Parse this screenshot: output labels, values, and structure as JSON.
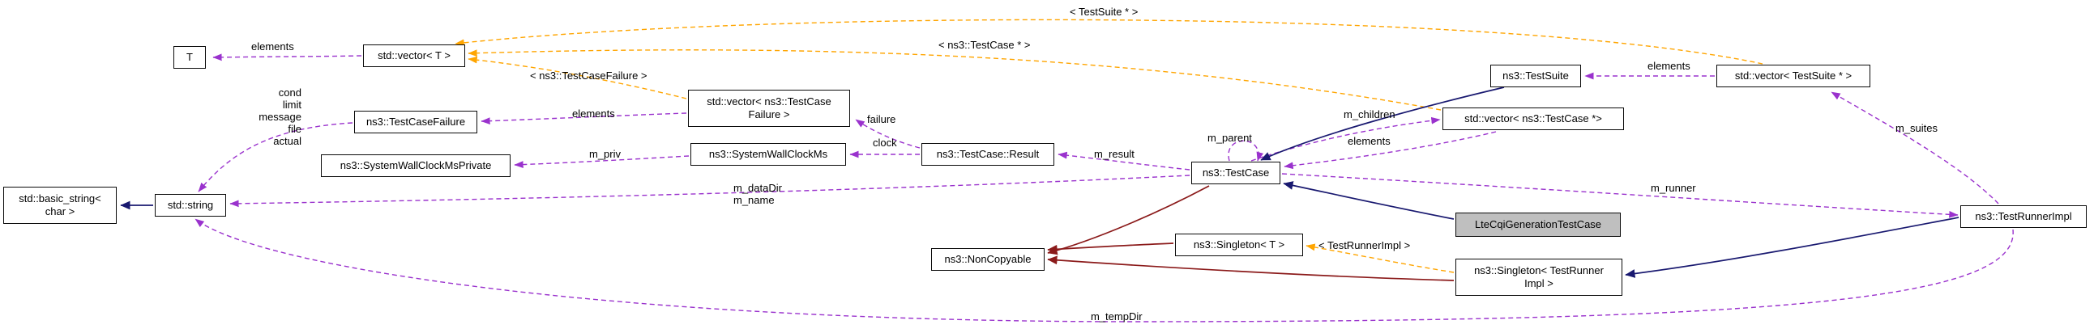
{
  "diagram": {
    "colors": {
      "usage_edge": "#9a32cd",
      "template_edge": "#ffa500",
      "inheritance_edge": "#191970",
      "private_inheritance_edge": "#8b1a1a",
      "node_border": "#0a0a0a",
      "node_fill": "#ffffff",
      "highlight_node_fill": "#bfbfbf",
      "text": "#000000"
    },
    "nodes": [
      {
        "id": "t",
        "lines": [
          "T"
        ]
      },
      {
        "id": "vector-t",
        "lines": [
          "std::vector< T >"
        ]
      },
      {
        "id": "testcasefailure",
        "lines": [
          "ns3::TestCaseFailure"
        ]
      },
      {
        "id": "vector-testcasefailure",
        "lines": [
          "std::vector< ns3::TestCase",
          "Failure >"
        ]
      },
      {
        "id": "systemwallclockmsprivate",
        "lines": [
          "ns3::SystemWallClockMsPrivate"
        ]
      },
      {
        "id": "systemwallclockms",
        "lines": [
          "ns3::SystemWallClockMs"
        ]
      },
      {
        "id": "testcase-result",
        "lines": [
          "ns3::TestCase::Result"
        ]
      },
      {
        "id": "basic-string",
        "lines": [
          "std::basic_string<",
          "char >"
        ]
      },
      {
        "id": "string",
        "lines": [
          "std::string"
        ]
      },
      {
        "id": "testcase",
        "lines": [
          "ns3::TestCase"
        ]
      },
      {
        "id": "testsuite",
        "lines": [
          "ns3::TestSuite"
        ]
      },
      {
        "id": "vector-testcase-ptr",
        "lines": [
          "std::vector< ns3::TestCase *>"
        ]
      },
      {
        "id": "vector-testsuite-ptr",
        "lines": [
          "std::vector< TestSuite * >"
        ]
      },
      {
        "id": "ltecqigenerationtestcase",
        "lines": [
          "LteCqiGenerationTestCase"
        ],
        "highlight": true
      },
      {
        "id": "noncopyable",
        "lines": [
          "ns3::NonCopyable"
        ]
      },
      {
        "id": "singleton-t",
        "lines": [
          "ns3::Singleton< T >"
        ]
      },
      {
        "id": "singleton-testrunnerimpl",
        "lines": [
          "ns3::Singleton< TestRunner",
          "Impl >"
        ]
      },
      {
        "id": "testrunnerimpl",
        "lines": [
          "ns3::TestRunnerImpl"
        ]
      }
    ],
    "edges": [
      {
        "from": "std::vector< T >",
        "to": "T",
        "kind": "usage",
        "label": "elements"
      },
      {
        "from": "std::vector< TestSuite * >",
        "to": "std::vector< T >",
        "kind": "template",
        "label": "< TestSuite * >"
      },
      {
        "from": "std::vector< ns3::TestCase *>",
        "to": "std::vector< T >",
        "kind": "template",
        "label": "< ns3::TestCase * >"
      },
      {
        "from": "std::vector< ns3::TestCaseFailure >",
        "to": "std::vector< T >",
        "kind": "template",
        "label": "< ns3::TestCaseFailure >"
      },
      {
        "from": "ns3::TestCaseFailure",
        "to": "std::string",
        "kind": "usage",
        "labels": [
          "cond",
          "limit",
          "message",
          "file",
          "actual"
        ]
      },
      {
        "from": "std::vector< ns3::TestCaseFailure >",
        "to": "ns3::TestCaseFailure",
        "kind": "usage",
        "label": "elements"
      },
      {
        "from": "ns3::TestCase::Result",
        "to": "std::vector< ns3::TestCaseFailure >",
        "kind": "usage",
        "label": "failure"
      },
      {
        "from": "ns3::TestCase::Result",
        "to": "ns3::SystemWallClockMs",
        "kind": "usage",
        "label": "clock"
      },
      {
        "from": "ns3::SystemWallClockMs",
        "to": "ns3::SystemWallClockMsPrivate",
        "kind": "usage",
        "label": "m_priv"
      },
      {
        "from": "ns3::TestCase",
        "to": "ns3::TestCase::Result",
        "kind": "usage",
        "label": "m_result"
      },
      {
        "from": "ns3::TestCase",
        "to": "ns3::TestCase",
        "kind": "usage",
        "label": "m_parent"
      },
      {
        "from": "ns3::TestCase",
        "to": "std::vector< ns3::TestCase *>",
        "kind": "usage",
        "label": "m_children"
      },
      {
        "from": "std::vector< ns3::TestCase *>",
        "to": "ns3::TestCase",
        "kind": "usage",
        "label": "elements"
      },
      {
        "from": "std::vector< TestSuite * >",
        "to": "ns3::TestSuite",
        "kind": "usage",
        "label": "elements"
      },
      {
        "from": "ns3::TestRunnerImpl",
        "to": "std::vector< TestSuite * >",
        "kind": "usage",
        "label": "m_suites"
      },
      {
        "from": "ns3::TestCase",
        "to": "std::string",
        "kind": "usage",
        "labels": [
          "m_dataDir",
          "m_name"
        ]
      },
      {
        "from": "ns3::TestCase",
        "to": "ns3::TestRunnerImpl",
        "kind": "usage",
        "label": "m_runner"
      },
      {
        "from": "ns3::Singleton< TestRunnerImpl >",
        "to": "ns3::Singleton< T >",
        "kind": "template",
        "label": "< TestRunnerImpl >"
      },
      {
        "from": "ns3::TestRunnerImpl",
        "to": "std::string",
        "kind": "usage",
        "label": "m_tempDir"
      },
      {
        "from": "ns3::TestSuite",
        "to": "ns3::TestCase",
        "kind": "public-inheritance"
      },
      {
        "from": "LteCqiGenerationTestCase",
        "to": "ns3::TestCase",
        "kind": "public-inheritance"
      },
      {
        "from": "std::string",
        "to": "std::basic_string< char >",
        "kind": "public-inheritance"
      },
      {
        "from": "ns3::TestRunnerImpl",
        "to": "ns3::Singleton< TestRunnerImpl >",
        "kind": "public-inheritance"
      },
      {
        "from": "ns3::TestCase",
        "to": "ns3::NonCopyable",
        "kind": "private-inheritance"
      },
      {
        "from": "ns3::Singleton< T >",
        "to": "ns3::NonCopyable",
        "kind": "private-inheritance"
      },
      {
        "from": "ns3::Singleton< TestRunnerImpl >",
        "to": "ns3::NonCopyable",
        "kind": "private-inheritance"
      }
    ]
  }
}
